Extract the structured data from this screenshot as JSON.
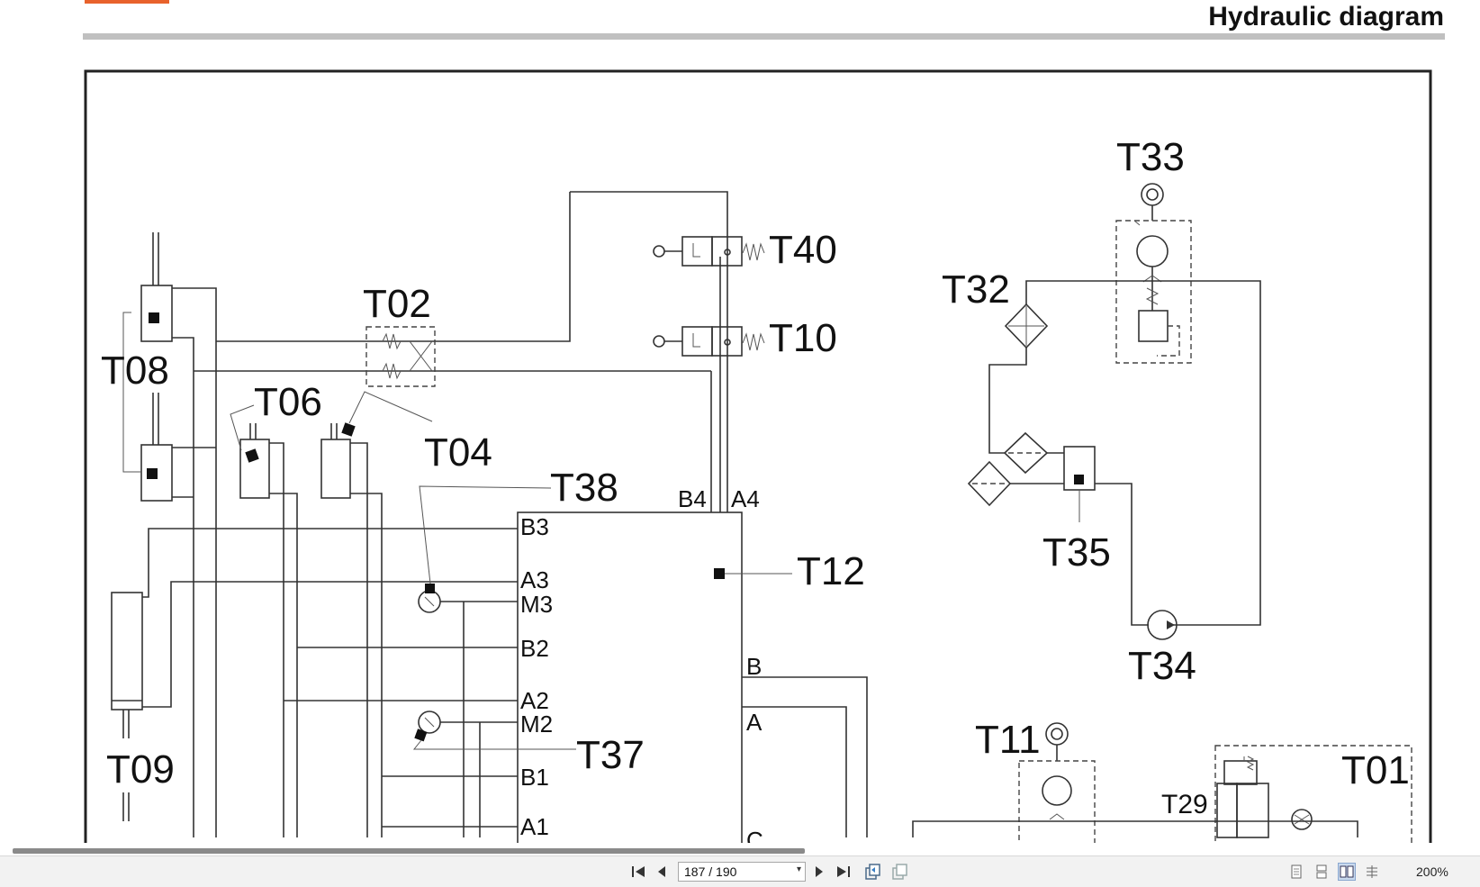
{
  "document": {
    "title": "Hydraulic diagram"
  },
  "diagram": {
    "components": [
      "T40",
      "T10",
      "T02",
      "T08",
      "T06",
      "T04",
      "T38",
      "T12",
      "T09",
      "T37",
      "T33",
      "T32",
      "T35",
      "T34",
      "T11",
      "T29",
      "T01"
    ],
    "ports": [
      "B4",
      "A4",
      "B3",
      "A3",
      "M3",
      "B2",
      "A2",
      "M2",
      "B1",
      "A1",
      "B",
      "A",
      "C"
    ]
  },
  "viewer": {
    "page_indicator": "187 / 190",
    "zoom": "200%",
    "icons": {
      "first": "skip-to-first-icon",
      "prev": "previous-page-icon",
      "next": "next-page-icon",
      "last": "skip-to-last-icon",
      "export": "export-pages-icon",
      "copy": "copy-page-icon",
      "single": "single-page-view-icon",
      "continuous": "continuous-view-icon",
      "two_page": "two-page-view-icon",
      "outline": "outline-view-icon"
    }
  }
}
